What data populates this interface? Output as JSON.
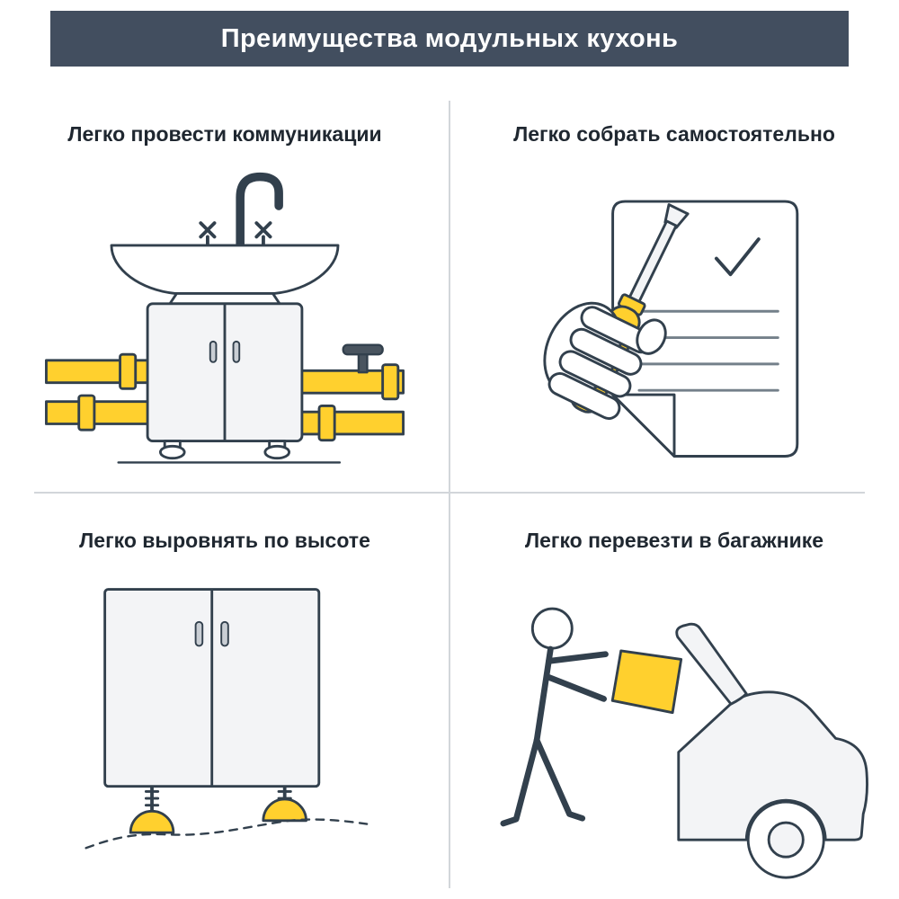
{
  "header": {
    "title": "Преимущества модульных кухонь"
  },
  "quadrants": [
    {
      "label": "Легко провести коммуникации",
      "icon": "sink-cabinet-with-pipes"
    },
    {
      "label": "Легко собрать самостоятельно",
      "icon": "hand-screwdriver-checklist"
    },
    {
      "label": "Легко выровнять по высоте",
      "icon": "cabinet-adjustable-feet"
    },
    {
      "label": "Легко перевезти в багажнике",
      "icon": "loading-box-into-car-trunk"
    }
  ],
  "colors": {
    "header_bg": "#424e5f",
    "accent_yellow": "#ffd02e",
    "outline": "#32404d",
    "light_fill": "#f3f4f6",
    "divider": "#d2d6da",
    "text": "#1f2730"
  }
}
